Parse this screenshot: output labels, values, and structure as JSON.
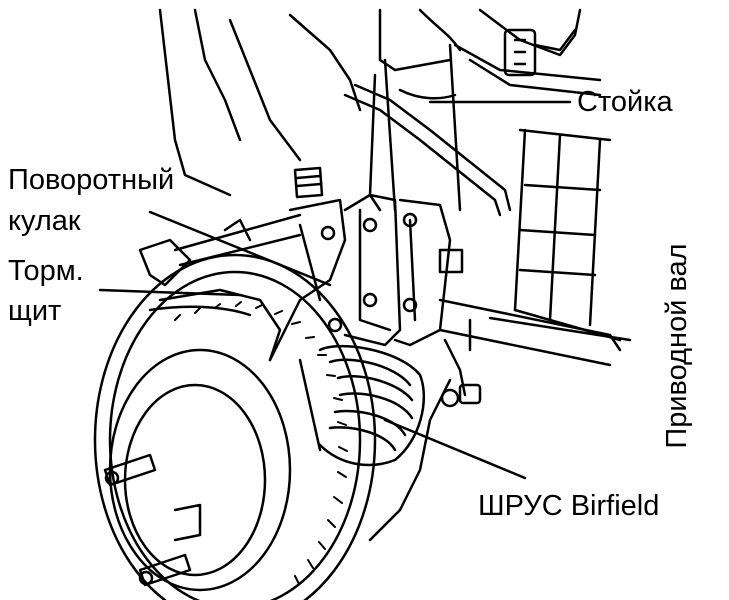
{
  "labels": {
    "strut": "Стойка",
    "knuckle_line1": "Поворотный",
    "knuckle_line2": "кулак",
    "brake_shield_line1": "Торм.",
    "brake_shield_line2": "щит",
    "drive_shaft": "Приводной вал",
    "cv_joint": "ШРУС Birfield"
  },
  "colors": {
    "ink": "#000000",
    "paper": "#ffffff"
  }
}
